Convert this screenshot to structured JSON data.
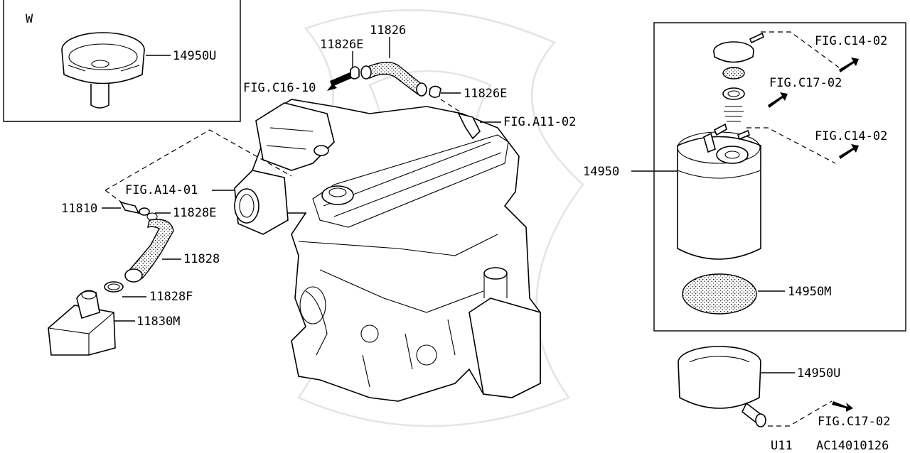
{
  "inset_w": {
    "letter": "W",
    "part": "14950U"
  },
  "labels": {
    "p11826": "11826",
    "p11826e_top": "11826E",
    "p11826e_right": "11826E",
    "fig_c16_10": "FIG.C16-10",
    "fig_a11_02": "FIG.A11-02",
    "fig_a14_01": "FIG.A14-01",
    "p11810": "11810",
    "p11828e": "11828E",
    "p11828": "11828",
    "p11828f": "11828F",
    "p11830m": "11830M"
  },
  "canister_box": {
    "fig_c14_02_top": "FIG.C14-02",
    "fig_c17_02": "FIG.C17-02",
    "fig_c14_02_mid": "FIG.C14-02",
    "p14950": "14950",
    "p14950m": "14950M"
  },
  "bottom_right": {
    "p14950u": "14950U",
    "fig_c17_02": "FIG.C17-02",
    "code_model": "U11",
    "code_ref": "AC14010126"
  }
}
